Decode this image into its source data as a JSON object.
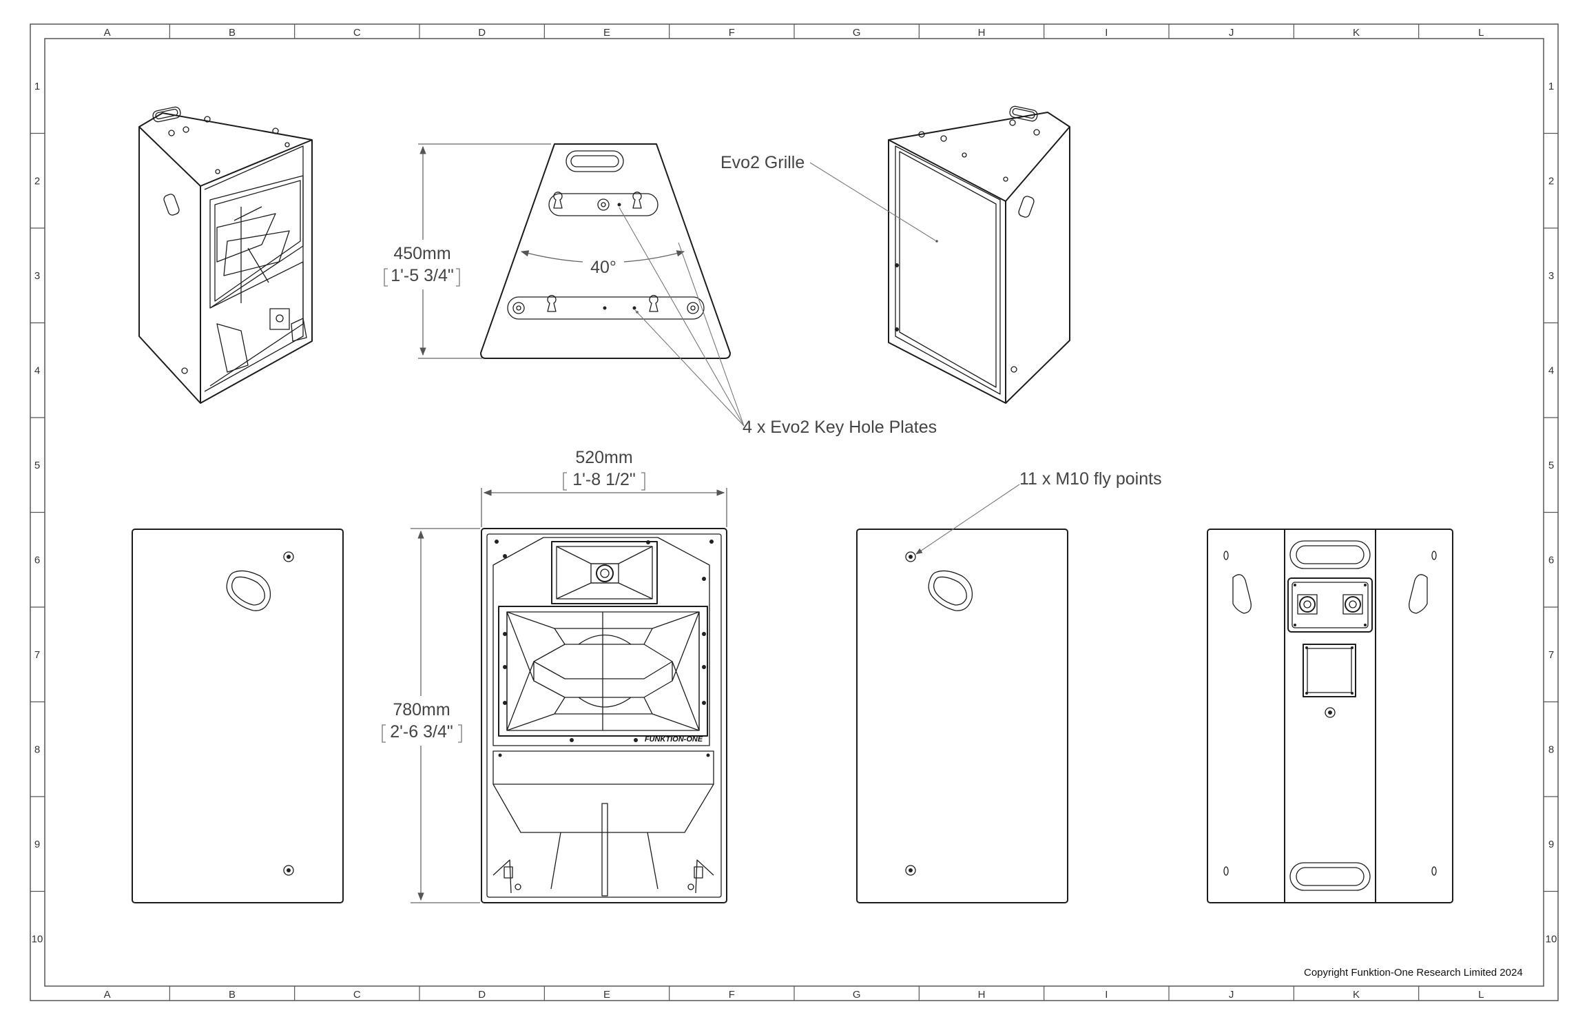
{
  "grid": {
    "columns": [
      "A",
      "B",
      "C",
      "D",
      "E",
      "F",
      "G",
      "H",
      "I",
      "J",
      "K",
      "L"
    ],
    "rows": [
      "1",
      "2",
      "3",
      "4",
      "5",
      "6",
      "7",
      "8",
      "9",
      "10"
    ]
  },
  "dimensions": {
    "top_height_mm": "450mm",
    "top_height_imperial": "1'-5 3/4\"",
    "angle": "40°",
    "front_width_mm": "520mm",
    "front_width_imperial": "1'-8 1/2\"",
    "front_height_mm": "780mm",
    "front_height_imperial": "2'-6 3/4\""
  },
  "callouts": {
    "grille": "Evo2 Grille",
    "keyhole": "4 x Evo2 Key Hole Plates",
    "flypoints": "11 x M10 fly points"
  },
  "logo_text": "FUNKTION-ONE",
  "copyright": "Copyright Funktion-One Research Limited 2024"
}
